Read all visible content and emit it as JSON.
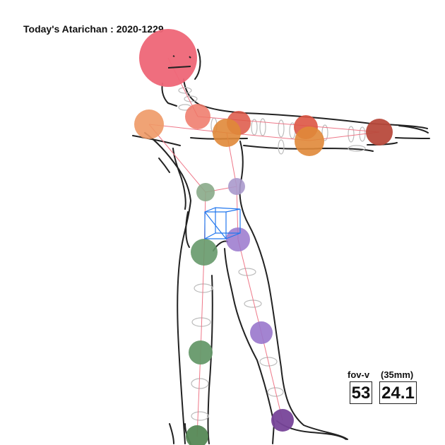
{
  "title": "Today's Atarichan : 2020-1229",
  "fov": {
    "v_label": "fov-v",
    "v_value": "53",
    "mm_label": "(35mm)",
    "mm_value": "24.1"
  },
  "colors": {
    "head": "#ee6677",
    "right_shoulder": "#ee9966",
    "left_shoulder": "#ee7766",
    "left_elbow": "#dd5544",
    "right_elbow": "#e08838",
    "left_hand": "#b84a3c",
    "right_hip": "#88aa88",
    "left_hip": "#aa99cc",
    "right_knee": "#66996a",
    "left_knee": "#9977cc",
    "right_foot": "#558855",
    "left_foot": "#774499",
    "bone": "#ee7788",
    "gizmo": "#2277ee",
    "ring": "#bbbbbb",
    "outline": "#222222"
  }
}
